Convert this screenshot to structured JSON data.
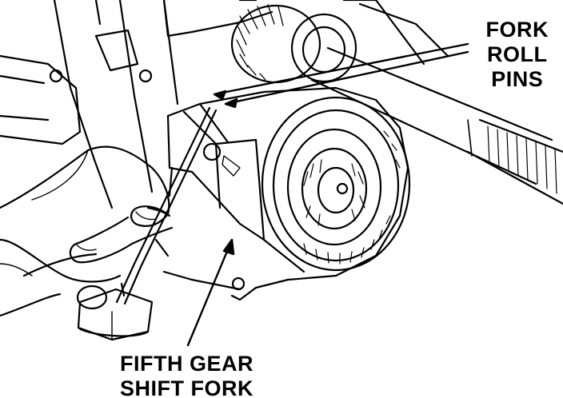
{
  "callouts": {
    "fork_roll_pins": [
      "FORK",
      "ROLL",
      "PINS"
    ],
    "fifth_gear_shift_fork": [
      "FIFTH GEAR",
      "SHIFT FORK"
    ]
  },
  "colors": {
    "line": "#000000",
    "paper": "#ffffff",
    "mid": "#888888"
  },
  "figure_parts": [
    "fifth-gear-shift-fork",
    "fork-roll-pins",
    "pin-punch",
    "hammer",
    "technician-hand",
    "mainshaft",
    "fifth-gear",
    "transmission-case"
  ]
}
